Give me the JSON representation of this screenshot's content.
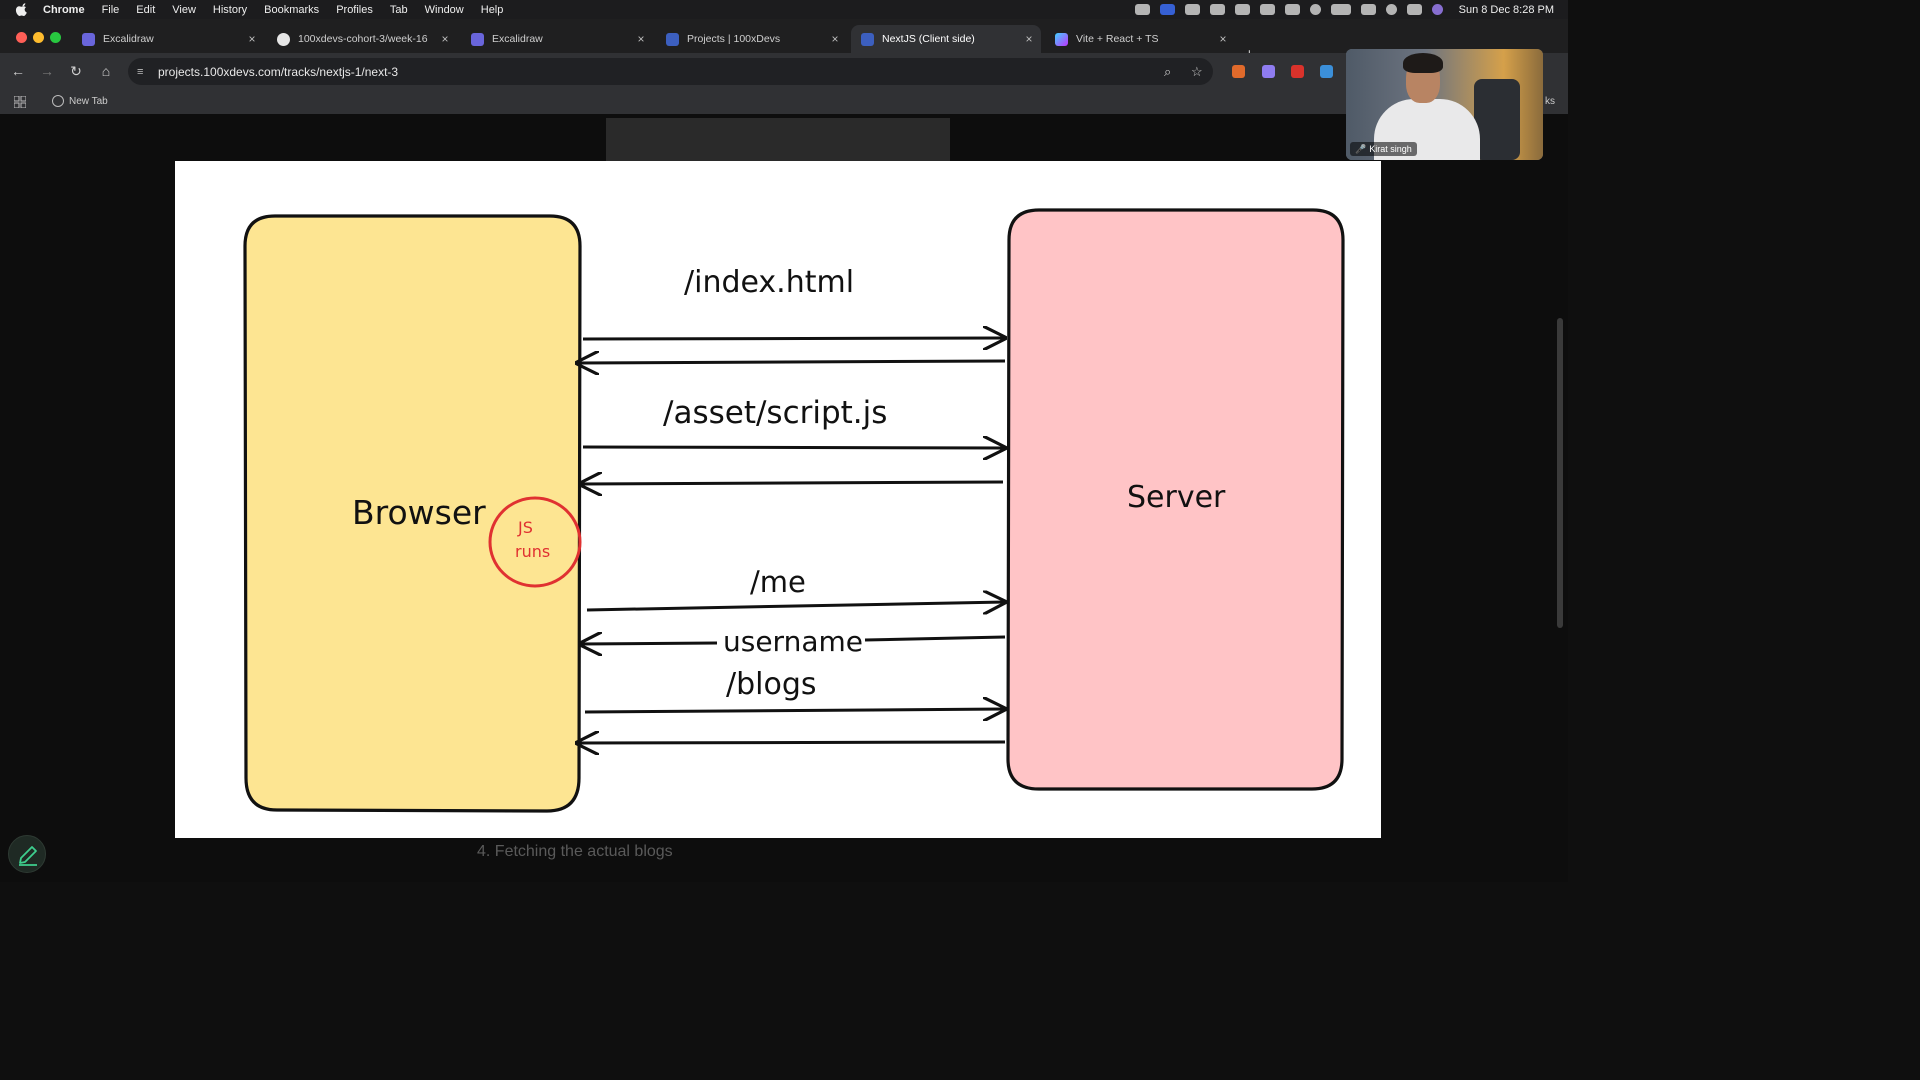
{
  "menubar": {
    "items": [
      "Chrome",
      "File",
      "Edit",
      "View",
      "History",
      "Bookmarks",
      "Profiles",
      "Tab",
      "Window",
      "Help"
    ],
    "clock": "Sun 8 Dec  8:28 PM"
  },
  "tabs": [
    {
      "title": "Excalidraw",
      "active": false
    },
    {
      "title": "100xdevs-cohort-3/week-16",
      "active": false
    },
    {
      "title": "Excalidraw",
      "active": false
    },
    {
      "title": "Projects | 100xDevs",
      "active": false
    },
    {
      "title": "NextJS (Client side)",
      "active": true
    },
    {
      "title": "Vite + React + TS",
      "active": false
    }
  ],
  "omnibox": {
    "url": "projects.100xdevs.com/tracks/nextjs-1/next-3"
  },
  "bookmarks": {
    "items": [
      "New Tab"
    ],
    "overflow": "ks"
  },
  "video": {
    "participant_name": "Kirat singh"
  },
  "diagram": {
    "browser_label": "Browser",
    "server_label": "Server",
    "js_note": [
      "JS",
      "runs"
    ],
    "requests": [
      {
        "label": "/index.html"
      },
      {
        "label": "/asset/script.js"
      },
      {
        "label": "/me",
        "response": "username"
      },
      {
        "label": "/blogs"
      }
    ],
    "colors": {
      "browser_fill": "#fde592",
      "server_fill": "#ffc4c6",
      "js_circle": "#e03131"
    }
  },
  "page": {
    "caption": "4. Fetching the actual blogs"
  }
}
